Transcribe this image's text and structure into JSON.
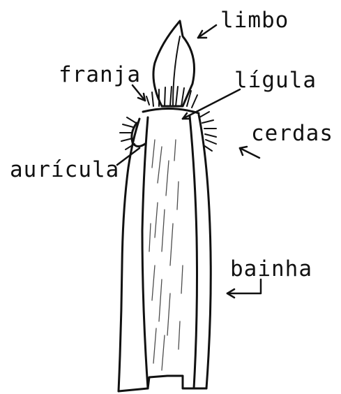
{
  "labels": {
    "limbo": "limbo",
    "franja": "franja",
    "ligula": "lígula",
    "cerdas": "cerdas",
    "auricula": "aurícula",
    "bainha": "bainha"
  },
  "colors": {
    "ink": "#111111",
    "paper": "#ffffff"
  }
}
